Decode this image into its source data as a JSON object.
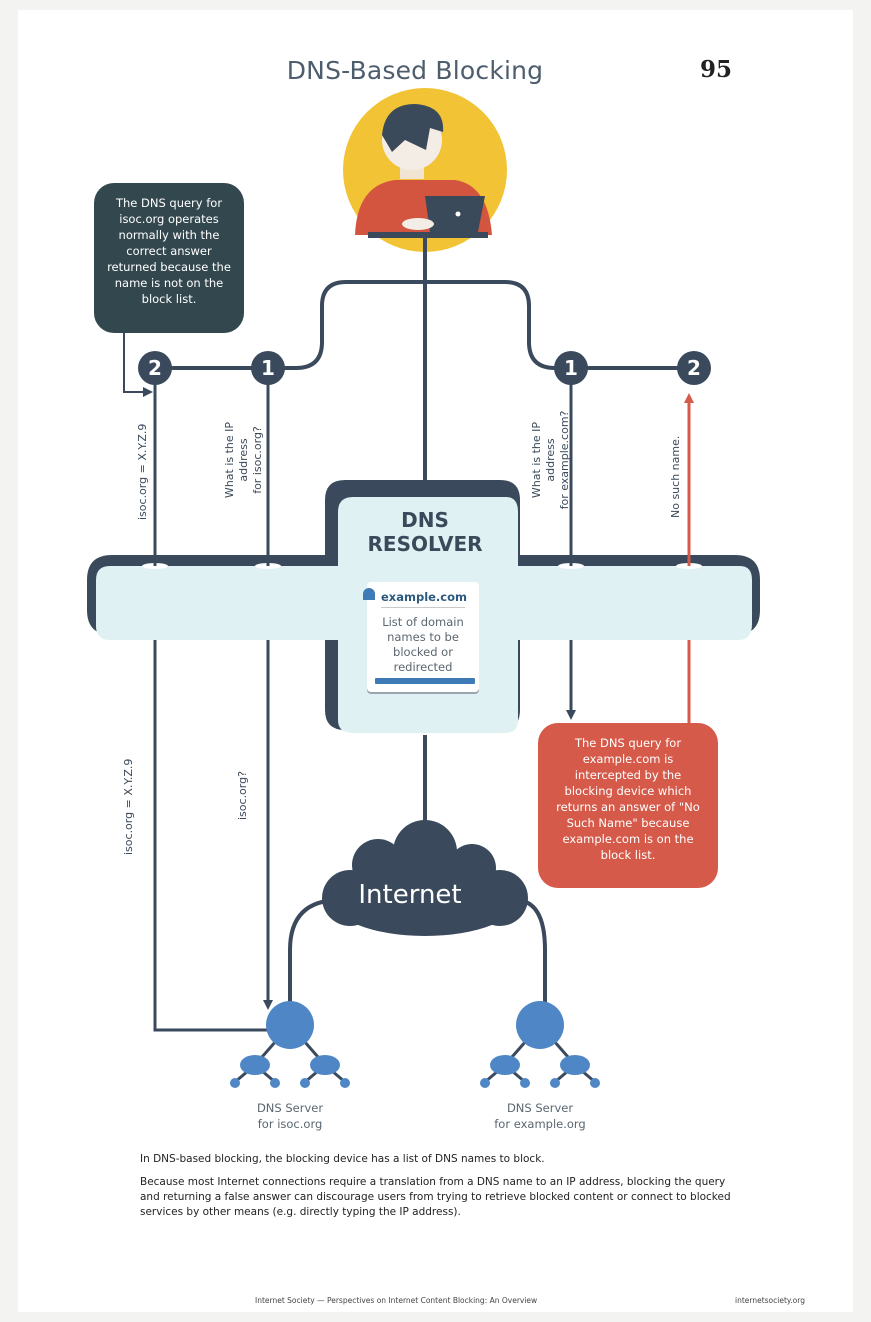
{
  "header": {
    "title": "DNS-Based Blocking",
    "page_number": "95"
  },
  "steps": {
    "left_1": "1",
    "left_2": "2",
    "right_1": "1",
    "right_2": "2"
  },
  "callouts": {
    "normal": "The DNS query for isoc.org operates normally with the correct answer returned because the name is not on the block list.",
    "blocked": "The DNS query for example.com is intercepted by the blocking device which returns an answer of \"No Such Name\" because example.com is on the block list."
  },
  "labels": {
    "answer_isoc_top": "isoc.org = X.Y.Z.9",
    "query_isoc_top_line1": "What is the IP address",
    "query_isoc_top_line2": "for isoc.org?",
    "query_example_line1": "What is the IP address",
    "query_example_line2": "for example.com?",
    "no_such_name": "No such name.",
    "answer_isoc_bottom": "isoc.org = X.Y.Z.9",
    "query_isoc_bottom": "isoc.org?"
  },
  "resolver": {
    "title_line1": "DNS",
    "title_line2": "RESOLVER",
    "blocklist_domain": "example.com",
    "blocklist_description": "List of domain names to be blocked or redirected"
  },
  "internet_label": "Internet",
  "servers": [
    {
      "line1": "DNS Server",
      "line2": "for isoc.org"
    },
    {
      "line1": "DNS Server",
      "line2": "for example.org"
    }
  ],
  "caption": {
    "line1": "In DNS-based blocking, the blocking device has a list of DNS names to block.",
    "line2": "Because most Internet connections require a translation from a DNS name to an IP address, blocking the query and returning a false answer can discourage users from trying to retrieve blocked content or connect to blocked services by other means (e.g. directly typing the IP address)."
  },
  "footer": {
    "left": "Internet Society — Perspectives on Internet Content Blocking: An Overview",
    "right": "internetsociety.org"
  },
  "colors": {
    "dark_navy": "#3a4a5c",
    "resolver_fill": "#dff1f2",
    "callout_dark": "#33474e",
    "callout_red": "#d55a4a",
    "arrow_red": "#d55a4a",
    "server_blue": "#4f86c6",
    "avatar_yellow": "#f2c335",
    "shirt_red": "#d4553f"
  }
}
